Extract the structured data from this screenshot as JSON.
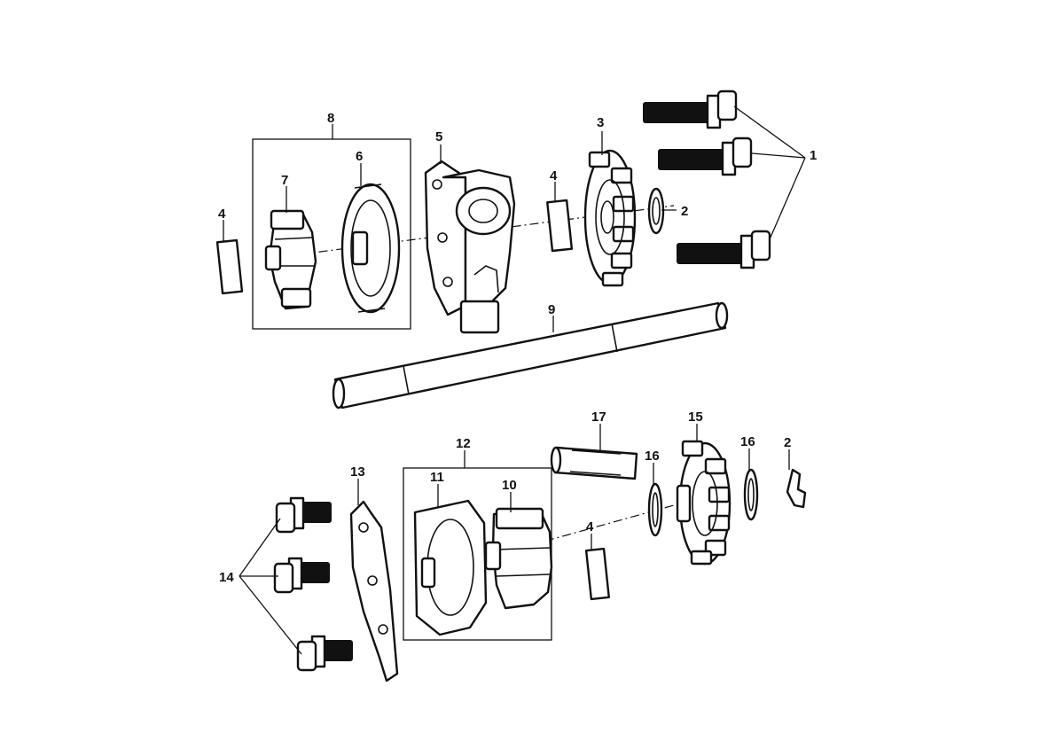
{
  "diagram": {
    "type": "exploded parts diagram",
    "callouts": {
      "c1": "1",
      "c2a": "2",
      "c2b": "2",
      "c3": "3",
      "c4a": "4",
      "c4b": "4",
      "c4c": "4",
      "c5": "5",
      "c6": "6",
      "c7": "7",
      "c8": "8",
      "c9": "9",
      "c10": "10",
      "c11": "11",
      "c12": "12",
      "c13": "13",
      "c14": "14",
      "c15": "15",
      "c16a": "16",
      "c16b": "16",
      "c17": "17"
    },
    "colors": {
      "line": "#111111",
      "background": "#ffffff"
    }
  }
}
